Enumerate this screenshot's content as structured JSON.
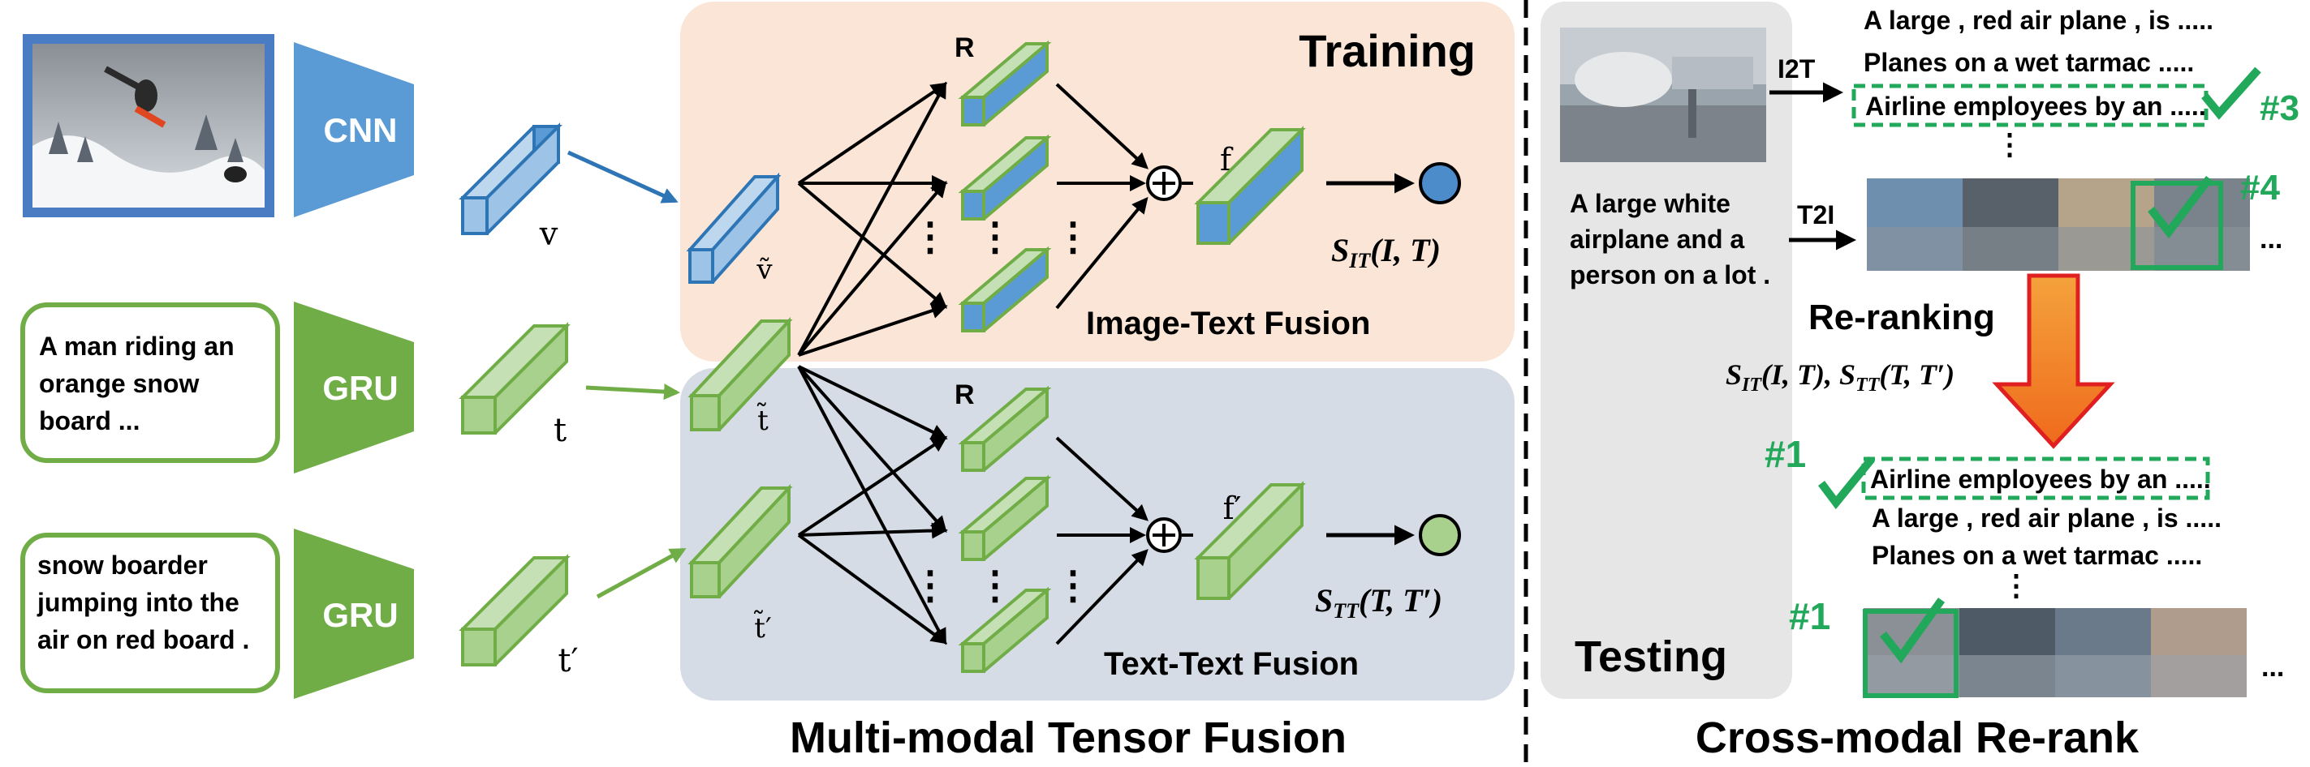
{
  "left": {
    "cnn_label": "CNN",
    "gru_label_1": "GRU",
    "gru_label_2": "GRU",
    "caption_1": [
      "A man riding an",
      "orange snow",
      "board ..."
    ],
    "caption_2": [
      "snow boarder",
      "jumping into the",
      "air on red board ."
    ],
    "vec_v": "v",
    "vec_t": "t",
    "vec_t_prime": "t′",
    "vec_v_tilde": "ṽ",
    "vec_t_tilde": "t̃",
    "vec_t_prime_tilde": "t̃′"
  },
  "fusion": {
    "training_label": "Training",
    "image_text_label": "Image-Text Fusion",
    "text_text_label": "Text-Text Fusion",
    "r_label": "R",
    "f_label": "f",
    "f_prime_label": "f′",
    "score_it": "S",
    "score_it_sub": "IT",
    "score_it_args": "(I, T)",
    "score_tt": "S",
    "score_tt_sub": "TT",
    "score_tt_args": "(T, T′)",
    "section_title": "Multi-modal Tensor Fusion",
    "colors": {
      "training_bg": "#fbe5d6",
      "text_bg": "#d6dce5",
      "blue": "#9dc3e6",
      "green": "#a9d18e",
      "green_edge": "#70ad47",
      "blue_dot": "#4d8ccb"
    }
  },
  "right": {
    "testing_label": "Testing",
    "query_text": [
      "A large white",
      "airplane and a",
      "person on a lot ."
    ],
    "i2t_label": "I2T",
    "t2i_label": "T2I",
    "retrieved_before": [
      "A large , red air plane , is .....",
      "Planes on a wet tarmac .....",
      "Airline employees by an ....."
    ],
    "rank_before": "#3",
    "image_rank_before": "#4",
    "rerank_label": "Re-ranking",
    "rerank_score_1": "S",
    "rerank_score_1_sub": "IT",
    "rerank_score_1_args": "(I, T),",
    "rerank_score_2": "S",
    "rerank_score_2_sub": "TT",
    "rerank_score_2_args": "(T, T′)",
    "retrieved_after": [
      "Airline employees by an .....",
      "A large , red air plane , is .....",
      "Planes on a wet tarmac ....."
    ],
    "rank_after_text": "#1",
    "rank_after_image": "#1",
    "ellipsis": "...",
    "vdots": "⋮",
    "section_title": "Cross-modal Re-rank",
    "colors": {
      "testing_bg": "#e7e6e6",
      "check_green": "#21a85a",
      "arrow_orange": "#f08a24",
      "arrow_red": "#e02020"
    }
  }
}
